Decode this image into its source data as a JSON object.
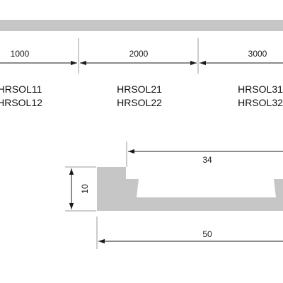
{
  "profile_bar": {
    "fill_color": "#c6c6c6"
  },
  "lengths": [
    {
      "value": "1000",
      "codes": [
        "HRSOL11",
        "HRSOL12"
      ]
    },
    {
      "value": "2000",
      "codes": [
        "HRSOL21",
        "HRSOL22"
      ]
    },
    {
      "value": "3000",
      "codes": [
        "HRSOL31",
        "HRSOL32"
      ]
    }
  ],
  "cross_section": {
    "fill_color": "#c6c6c6",
    "groove_width": "34",
    "total_width": "50",
    "height": "10"
  },
  "colors": {
    "dimension_line": "#1a1a1a",
    "extension_line": "#9a9a9a"
  }
}
